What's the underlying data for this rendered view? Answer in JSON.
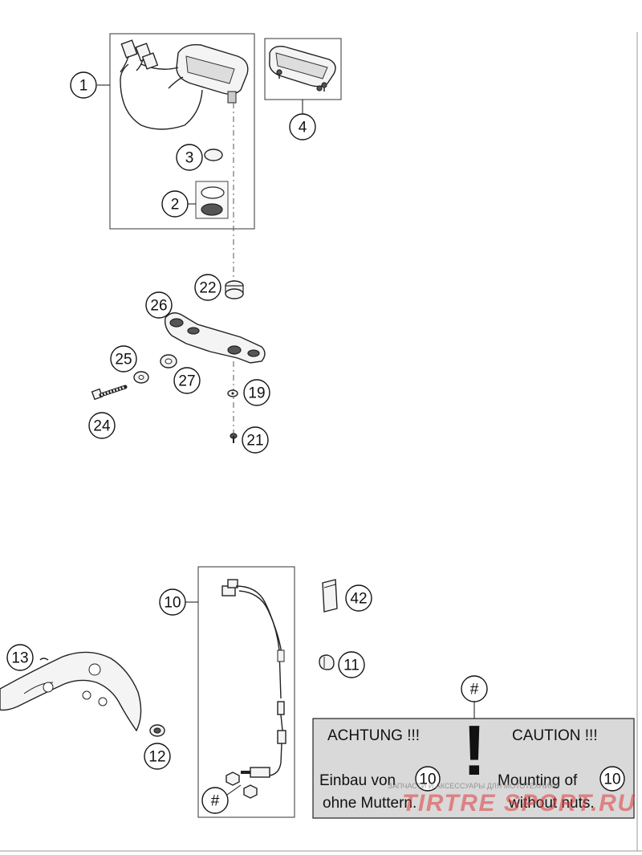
{
  "callouts": {
    "c1": "1",
    "c2": "2",
    "c3": "3",
    "c4": "4",
    "c22": "22",
    "c26": "26",
    "c25": "25",
    "c27": "27",
    "c19": "19",
    "c24": "24",
    "c21": "21",
    "c10": "10",
    "c42": "42",
    "c13": "13",
    "c11": "11",
    "c12": "12",
    "hash_top": "#",
    "hash_bottom": "#"
  },
  "notice": {
    "german_heading": "ACHTUNG !!!",
    "english_heading": "CAUTION !!!",
    "exclamation": "!",
    "german_line1_prefix": "Einbau von",
    "german_line1_ref": "10",
    "german_line2": "ohne Muttern.",
    "english_line1_prefix": "Mounting of",
    "english_line1_ref": "10",
    "english_line2": "without nuts."
  },
  "watermark": {
    "text": "TIRTRE SPORT.RU",
    "small_text": "ЗАПЧАСТИ И АКСЕССУАРЫ ДЛЯ МОТОТЕХНИКИ"
  }
}
